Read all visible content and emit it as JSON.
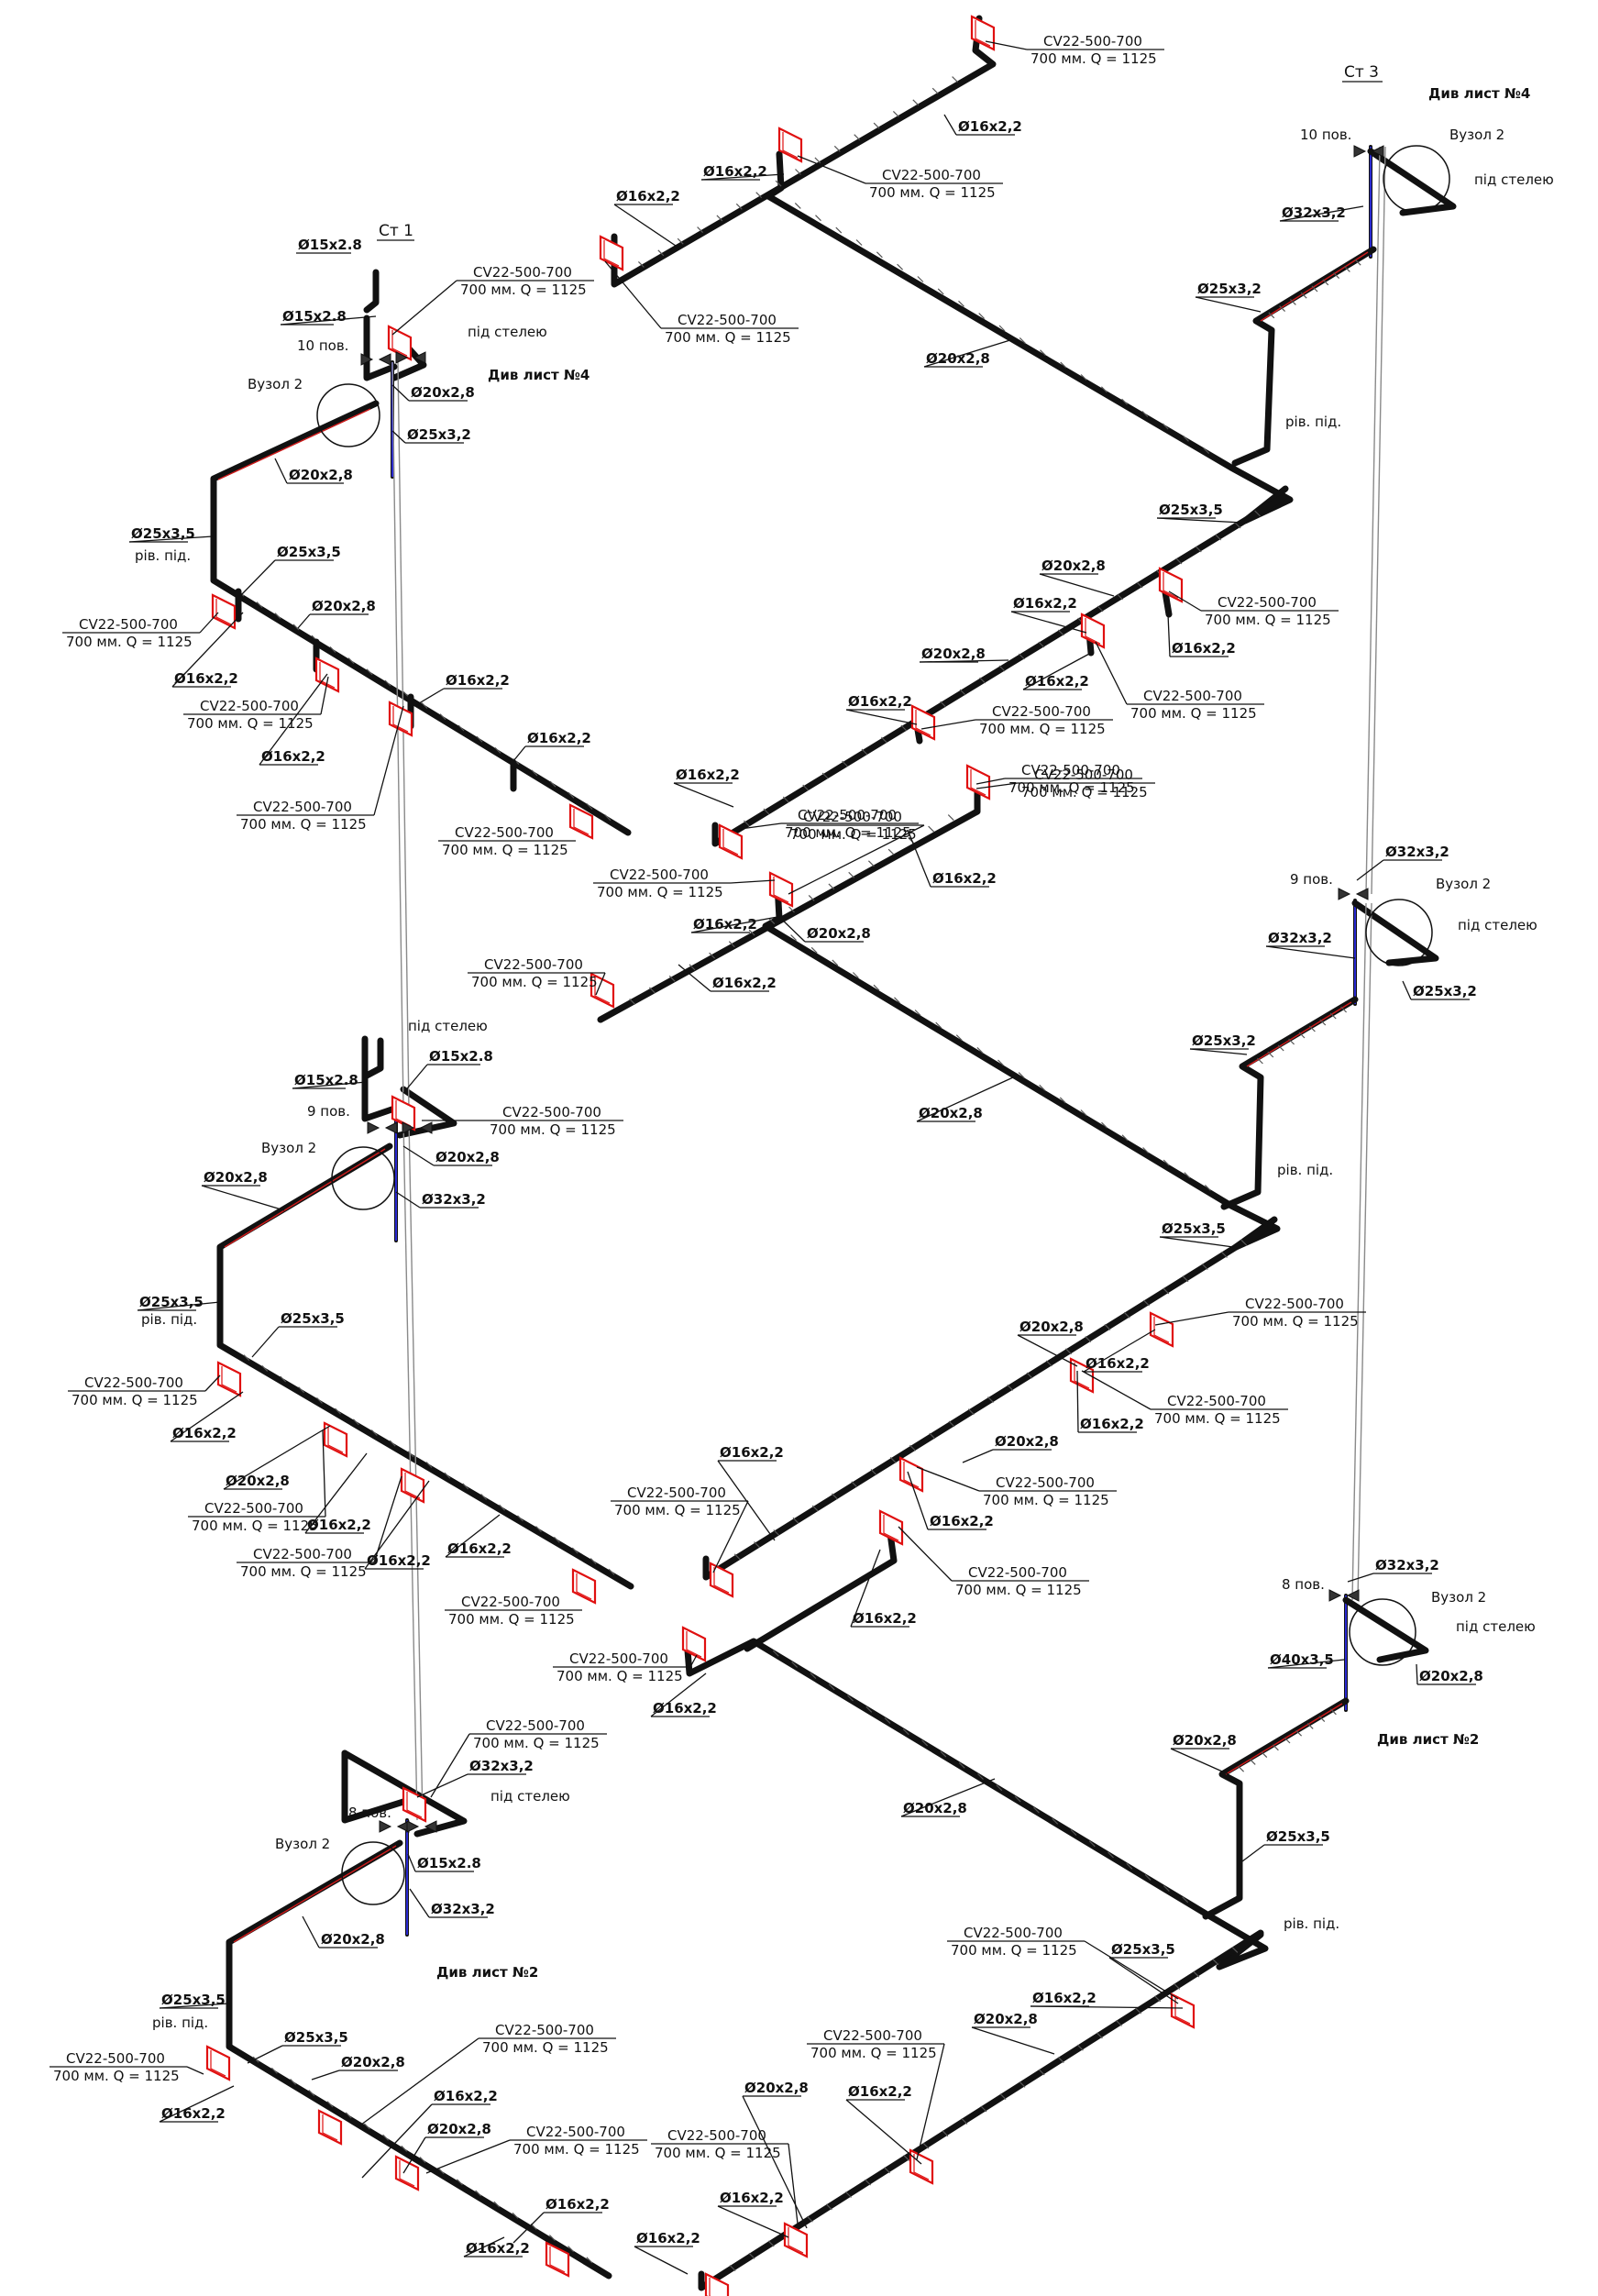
{
  "colors": {
    "pipe": "#111111",
    "radiator": "#e01010",
    "riser": "#2a2ad0",
    "hot_line": "#d01c1c"
  },
  "risers": {
    "st1": "Ст 1",
    "st3": "Ст 3"
  },
  "floors": {
    "f10": "10 пов.",
    "f9": "9 пов.",
    "f8": "8 пов."
  },
  "notes": {
    "vuzol": "Вузол 2",
    "pid_steleiu": "під стелею",
    "riv_pid": "рів. під.",
    "dyv4": "Див лист №4",
    "dyv2": "Див лист №2"
  },
  "radiator": {
    "line1": "CV22-500-700",
    "line2": "700 мм. Q = 1125"
  },
  "diameters": {
    "d15": "Ø15x2.8",
    "d16": "Ø16x2,2",
    "d20": "Ø20x2,8",
    "d25_32": "Ø25x3,2",
    "d25_35": "Ø25x3,5",
    "d32": "Ø32x3,2",
    "d40": "Ø40x3,5"
  }
}
